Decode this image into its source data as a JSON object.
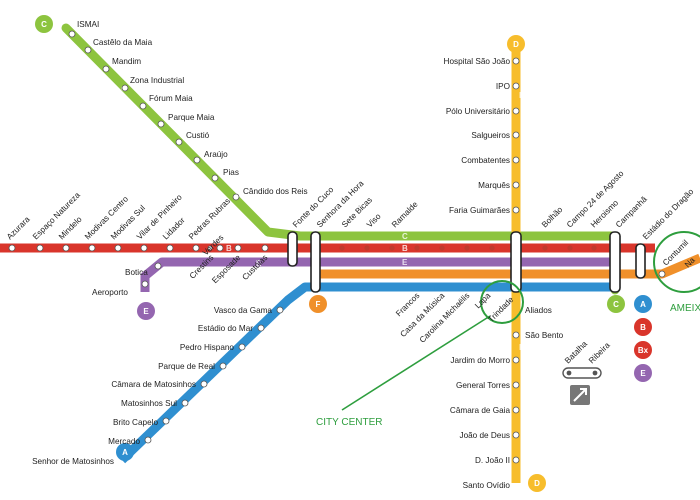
{
  "colors": {
    "line_C": "#8dc43f",
    "line_D": "#f7bd2c",
    "line_A": "#2f8fd0",
    "line_B": "#d9352b",
    "line_E": "#9466b0",
    "line_F": "#f0902a",
    "annotation": "#2e9e3e"
  },
  "line_markers": {
    "C": "C",
    "D": "D",
    "A": "A",
    "E": "E",
    "F": "F",
    "Bx": "Bx",
    "B": "B"
  },
  "stations": {
    "ismai": "ISMAI",
    "castelo_maia": "Castêlo da Maia",
    "mandim": "Mandim",
    "zona_industrial": "Zona Industrial",
    "forum_maia": "Fórum Maia",
    "parque_maia": "Parque Maia",
    "custio": "Custió",
    "araujo": "Araújo",
    "pias": "Pias",
    "candido_reis": "Cândido dos Reis",
    "hospital_sao_joao": "Hospital São João",
    "ipo": "IPO",
    "polo_universitario": "Pólo Universitário",
    "salgueiros": "Salgueiros",
    "combatentes": "Combatentes",
    "marques": "Marquês",
    "faria_guimaraes": "Faria Guimarães",
    "sao_bento": "São Bento",
    "jardim_morro": "Jardim do Morro",
    "general_torres": "General Torres",
    "camara_gaia": "Câmara de Gaia",
    "joao_deus": "João de Deus",
    "d_joao_ii": "D. João II",
    "santo_ovidio": "Santo Ovídio",
    "aliados": "Aliados",
    "botica": "Botica",
    "aeroporto": "Aeroporto",
    "vasco_gama": "Vasco da Gama",
    "estadio_mar": "Estádio do Mar",
    "pedro_hispano": "Pedro Hispano",
    "parque_real": "Parque de Real",
    "camara_matosinhos": "Câmara de Matosinhos",
    "matosinhos_sul": "Matosinhos Sul",
    "brito_capelo": "Brito Capelo",
    "mercado": "Mercado",
    "senhor_matosinhos": "Senhor de Matosinhos",
    "crestins": "Crestins",
    "esposade": "Esposade",
    "custoias": "Custóias",
    "francos": "Francos",
    "casa_musica": "Casa da Música",
    "carolina_michaelis": "Carolina Michaëlis",
    "lapa": "Lapa",
    "trindade": "Trindade",
    "azurara": "Azurara",
    "espaco_natureza": "Espaço Natureza",
    "mindelo": "Mindelo",
    "modivas_centro": "Modivas Centro",
    "modivas_sul": "Modivas Sul",
    "vilar_pinheiro": "Vilar de Pinheiro",
    "lidador": "Lidador",
    "pedras_rubras": "Pedras Rubras",
    "verdes": "Verdes",
    "fonte_cuco": "Fonte do Cuco",
    "senhora_hora": "Senhora da Hora",
    "sete_bicas": "Sete Bicas",
    "viso": "Viso",
    "ramalde": "Ramalde",
    "bolhao": "Bolhão",
    "campo_24_agosto": "Campo 24 de Agosto",
    "heroismo": "Heroismo",
    "campanha": "Campanhã",
    "estadio_dragao": "Estádio do Dragão",
    "contumil": "Contumil",
    "nasoni": "Na",
    "batalha": "Batalha",
    "ribeira": "Ribeira"
  },
  "annotations": {
    "city_center": "CITY CENTER",
    "ameixoeira": "AMEIX"
  }
}
